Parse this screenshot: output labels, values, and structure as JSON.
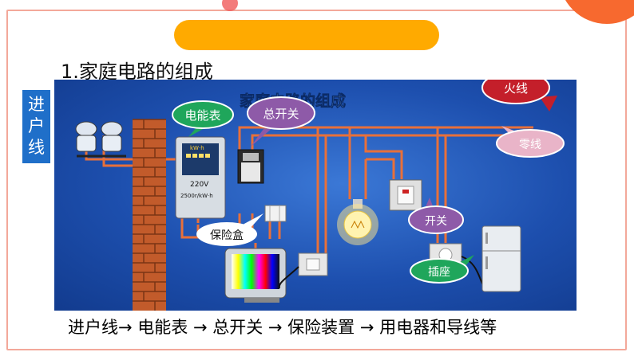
{
  "heading": "1.家庭电路的组成",
  "side_label": "进户线",
  "diagram": {
    "title": "家庭电路的组成",
    "meter_text": [
      "kW·h",
      "220V",
      "2500r/kW·h"
    ],
    "labels": {
      "meter": "电能表",
      "main_switch": "总开关",
      "live_wire": "火线",
      "neutral_wire": "零线",
      "fuse_box": "保险盒",
      "switch": "开关",
      "socket": "插座"
    }
  },
  "flow_text": "进户线→ 电能表 → 总开关 → 保险装置 → 用电器和导线等",
  "colors": {
    "banner": "#ffaa00",
    "side_tag": "#1f6fc9",
    "wire": "#e8703a",
    "green_bubble": "#1fa65b",
    "purple_bubble": "#8e5aa8",
    "red_bubble": "#c41f2a",
    "pink_bubble": "#e9b4c8"
  }
}
